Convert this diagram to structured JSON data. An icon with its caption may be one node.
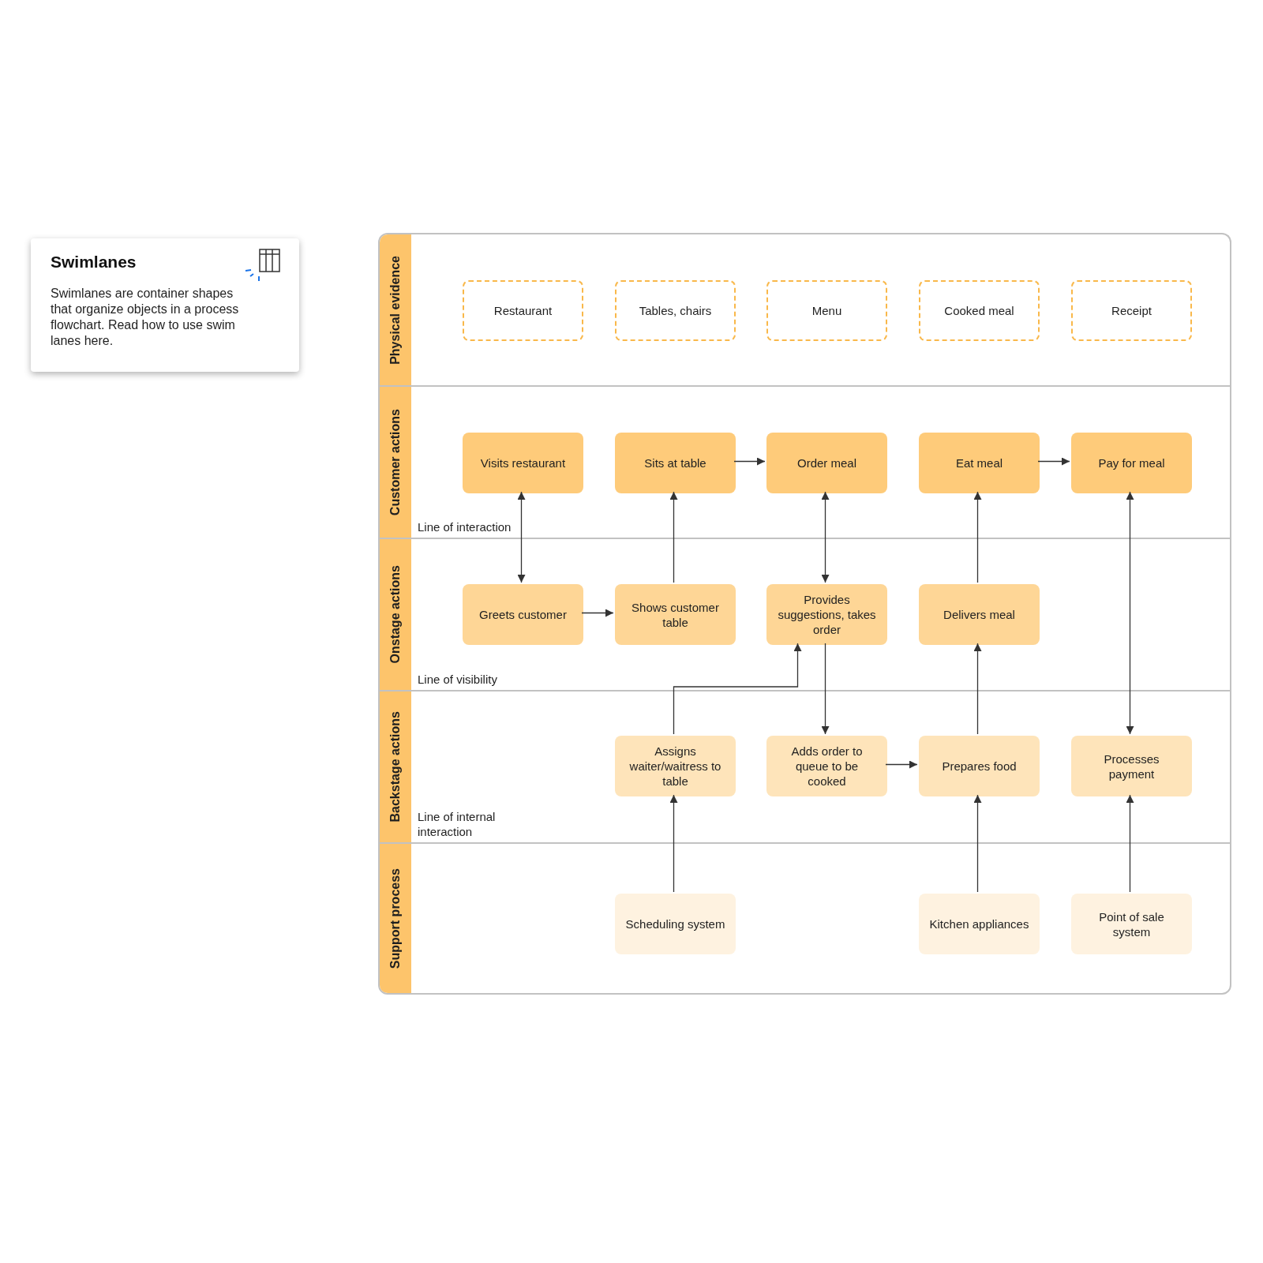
{
  "diagram": {
    "nodes": [
      {
        "text": [
          "Swimlanes",
          "Swimlanes are container shapes that organize objects in a process flowchart. Read how to use swim lanes here."
        ]
      },
      {
        "text": [
          "Physical evidence"
        ]
      },
      {
        "text": [
          "Restaurant"
        ],
        "in": 1
      },
      {
        "text": [
          "Tables, chairs"
        ],
        "in": 1
      },
      {
        "text": [
          "Menu"
        ],
        "in": 1
      },
      {
        "text": [
          "Cooked meal"
        ],
        "in": 1
      },
      {
        "text": [
          "Receipt"
        ],
        "in": 1
      },
      {
        "text": [
          "Customer actions",
          "Line of interaction"
        ]
      },
      {
        "text": [
          "Visits restaurant"
        ],
        "in": 7
      },
      {
        "text": [
          "Sits at table"
        ],
        "in": 7
      },
      {
        "text": [
          "Order meal"
        ],
        "in": 7
      },
      {
        "text": [
          "Eat meal"
        ],
        "in": 7
      },
      {
        "text": [
          "Pay for meal"
        ],
        "in": 7
      },
      {
        "text": [
          "Onstage actions",
          "Line of visibility"
        ]
      },
      {
        "text": [
          "Greets customer"
        ],
        "in": 13
      },
      {
        "text": [
          "Shows customer table"
        ],
        "in": 13
      },
      {
        "text": [
          "Provides suggestions, takes order"
        ],
        "in": 13
      },
      {
        "text": [
          "Delivers meal"
        ],
        "in": 13
      },
      {
        "text": [
          "Backstage actions",
          "Line of internal interaction"
        ]
      },
      {
        "text": [
          "Assigns waiter/waitress to table"
        ],
        "in": 18
      },
      {
        "text": [
          "Adds order to queue to be cooked"
        ],
        "in": 18
      },
      {
        "text": [
          "Prepares food"
        ],
        "in": 18
      },
      {
        "text": [
          "Processes payment"
        ],
        "in": 18
      },
      {
        "text": [
          "Support process"
        ]
      },
      {
        "text": [
          "Scheduling system"
        ],
        "in": 23
      },
      {
        "text": [
          "Kitchen appliances"
        ],
        "in": 23
      },
      {
        "text": [
          "Point of sale system"
        ],
        "in": 23
      }
    ],
    "edges": [
      {
        "from": 8,
        "to": 14,
        "arrow": "both"
      },
      {
        "from": 15,
        "to": 9,
        "arrow": "to"
      },
      {
        "from": 9,
        "to": 10,
        "arrow": "to"
      },
      {
        "from": 10,
        "to": 16,
        "arrow": "both"
      },
      {
        "from": 17,
        "to": 11,
        "arrow": "to"
      },
      {
        "from": 11,
        "to": 12,
        "arrow": "to"
      },
      {
        "from": 12,
        "to": 22,
        "arrow": "both"
      },
      {
        "from": 14,
        "to": 15,
        "arrow": "to"
      },
      {
        "from": 19,
        "to": 16,
        "arrow": "to"
      },
      {
        "from": 16,
        "to": 20,
        "arrow": "to"
      },
      {
        "from": 20,
        "to": 21,
        "arrow": "to"
      },
      {
        "from": 21,
        "to": 17,
        "arrow": "to"
      },
      {
        "from": 24,
        "to": 19,
        "arrow": "to"
      },
      {
        "from": 25,
        "to": 21,
        "arrow": "to"
      },
      {
        "from": 26,
        "to": 22,
        "arrow": "to"
      }
    ]
  }
}
